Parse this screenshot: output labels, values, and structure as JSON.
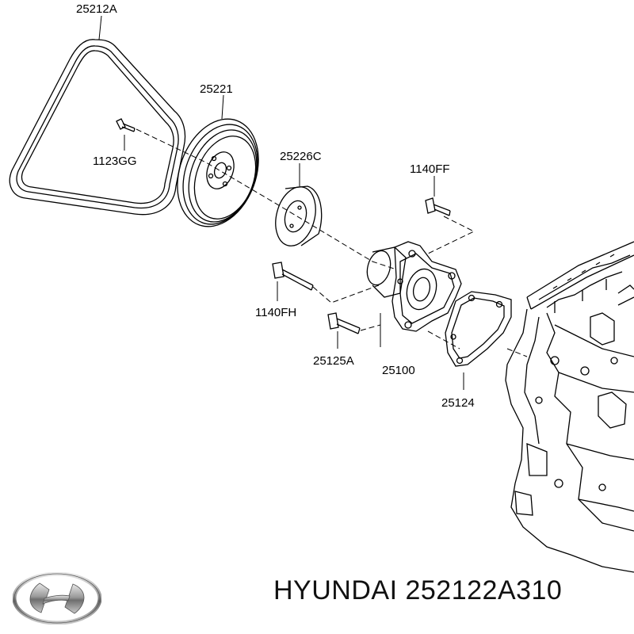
{
  "labels": {
    "belt": "25212A",
    "pulley": "25221",
    "pulley_bolt": "1123GG",
    "hub": "25226C",
    "bolt_ff": "1140FF",
    "bolt_fh": "1140FH",
    "bolt_125a": "25125A",
    "water_pump": "25100",
    "gasket": "25124"
  },
  "footer": {
    "brand": "HYUNDAI",
    "part_number": "252122A310",
    "logo": "hyundai-logo"
  }
}
